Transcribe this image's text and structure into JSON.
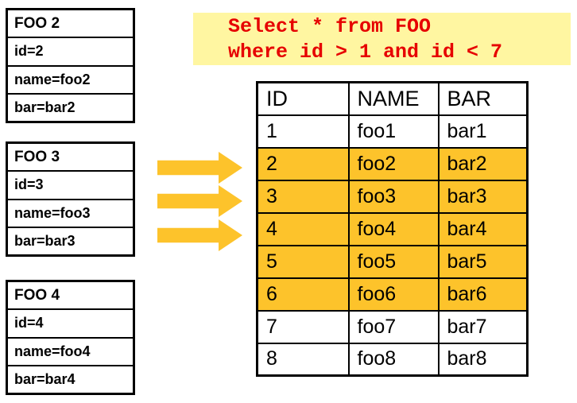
{
  "sql_query": {
    "line1": "Select * from FOO",
    "line2": "where id > 1 and id < 7"
  },
  "source_boxes": [
    {
      "title": "FOO 2",
      "fields": [
        "id=2",
        "name=foo2",
        "bar=bar2"
      ]
    },
    {
      "title": "FOO 3",
      "fields": [
        "id=3",
        "name=foo3",
        "bar=bar3"
      ]
    },
    {
      "title": "FOO 4",
      "fields": [
        "id=4",
        "name=foo4",
        "bar=bar4"
      ]
    }
  ],
  "icons": {
    "arrows": [
      "arrow-right-icon",
      "arrow-right-icon",
      "arrow-right-icon"
    ]
  },
  "result_table": {
    "headers": [
      "ID",
      "NAME",
      "BAR"
    ],
    "rows": [
      {
        "id": "1",
        "name": "foo1",
        "bar": "bar1",
        "highlighted": false
      },
      {
        "id": "2",
        "name": "foo2",
        "bar": "bar2",
        "highlighted": true
      },
      {
        "id": "3",
        "name": "foo3",
        "bar": "bar3",
        "highlighted": true
      },
      {
        "id": "4",
        "name": "foo4",
        "bar": "bar4",
        "highlighted": true
      },
      {
        "id": "5",
        "name": "foo5",
        "bar": "bar5",
        "highlighted": true
      },
      {
        "id": "6",
        "name": "foo6",
        "bar": "bar6",
        "highlighted": true
      },
      {
        "id": "7",
        "name": "foo7",
        "bar": "bar7",
        "highlighted": false
      },
      {
        "id": "8",
        "name": "foo8",
        "bar": "bar8",
        "highlighted": false
      }
    ]
  },
  "colors": {
    "highlight_gold": "#FDC32B",
    "sql_background": "#FFF6A1",
    "sql_text_red": "#E60000",
    "border_black": "#000000"
  }
}
